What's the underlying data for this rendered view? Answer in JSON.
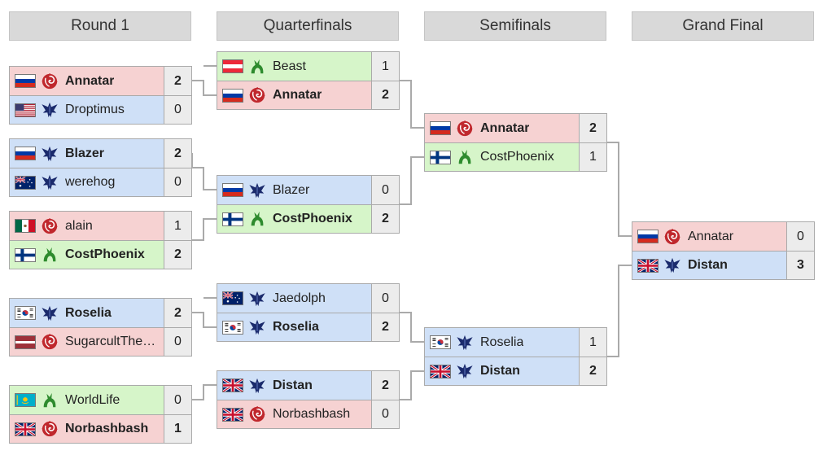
{
  "rounds": [
    {
      "name": "Round 1"
    },
    {
      "name": "Quarterfinals"
    },
    {
      "name": "Semifinals"
    },
    {
      "name": "Grand Final"
    }
  ],
  "matches": [
    {
      "round": 0,
      "players": [
        {
          "name": "Annatar",
          "flag": "ru",
          "race": "zerg",
          "score": "2",
          "winner": true
        },
        {
          "name": "Droptimus",
          "flag": "us",
          "race": "terran",
          "score": "0",
          "winner": false
        }
      ]
    },
    {
      "round": 0,
      "players": [
        {
          "name": "Blazer",
          "flag": "ru",
          "race": "terran",
          "score": "2",
          "winner": true
        },
        {
          "name": "werehog",
          "flag": "au",
          "race": "terran",
          "score": "0",
          "winner": false
        }
      ]
    },
    {
      "round": 0,
      "players": [
        {
          "name": "alain",
          "flag": "mx",
          "race": "zerg",
          "score": "1",
          "winner": false
        },
        {
          "name": "CostPhoenix",
          "flag": "fi",
          "race": "protoss",
          "score": "2",
          "winner": true
        }
      ]
    },
    {
      "round": 0,
      "players": [
        {
          "name": "Roselia",
          "flag": "kr",
          "race": "terran",
          "score": "2",
          "winner": true
        },
        {
          "name": "SugarcultTheBand",
          "flag": "lv",
          "race": "zerg",
          "score": "0",
          "winner": false
        }
      ]
    },
    {
      "round": 0,
      "players": [
        {
          "name": "WorldLife",
          "flag": "kz",
          "race": "protoss",
          "score": "0",
          "winner": false
        },
        {
          "name": "Norbashbash",
          "flag": "gb",
          "race": "zerg",
          "score": "1",
          "winner": true
        }
      ]
    },
    {
      "round": 1,
      "players": [
        {
          "name": "Beast",
          "flag": "at",
          "race": "protoss",
          "score": "1",
          "winner": false
        },
        {
          "name": "Annatar",
          "flag": "ru",
          "race": "zerg",
          "score": "2",
          "winner": true
        }
      ]
    },
    {
      "round": 1,
      "players": [
        {
          "name": "Blazer",
          "flag": "ru",
          "race": "terran",
          "score": "0",
          "winner": false
        },
        {
          "name": "CostPhoenix",
          "flag": "fi",
          "race": "protoss",
          "score": "2",
          "winner": true
        }
      ]
    },
    {
      "round": 1,
      "players": [
        {
          "name": "Jaedolph",
          "flag": "au",
          "race": "terran",
          "score": "0",
          "winner": false
        },
        {
          "name": "Roselia",
          "flag": "kr",
          "race": "terran",
          "score": "2",
          "winner": true
        }
      ]
    },
    {
      "round": 1,
      "players": [
        {
          "name": "Distan",
          "flag": "gb",
          "race": "terran",
          "score": "2",
          "winner": true
        },
        {
          "name": "Norbashbash",
          "flag": "gb",
          "race": "zerg",
          "score": "0",
          "winner": false
        }
      ]
    },
    {
      "round": 2,
      "players": [
        {
          "name": "Annatar",
          "flag": "ru",
          "race": "zerg",
          "score": "2",
          "winner": true
        },
        {
          "name": "CostPhoenix",
          "flag": "fi",
          "race": "protoss",
          "score": "1",
          "winner": false
        }
      ]
    },
    {
      "round": 2,
      "players": [
        {
          "name": "Roselia",
          "flag": "kr",
          "race": "terran",
          "score": "1",
          "winner": false
        },
        {
          "name": "Distan",
          "flag": "gb",
          "race": "terran",
          "score": "2",
          "winner": true
        }
      ]
    },
    {
      "round": 3,
      "players": [
        {
          "name": "Annatar",
          "flag": "ru",
          "race": "zerg",
          "score": "0",
          "winner": false
        },
        {
          "name": "Distan",
          "flag": "gb",
          "race": "terran",
          "score": "3",
          "winner": true
        }
      ]
    }
  ],
  "colors": {
    "zerg": "#f6d2d2",
    "terran": "#cfe0f7",
    "protoss": "#d6f5c9",
    "zerg_icon": "#c0282d",
    "terran_icon": "#1a2a6c",
    "protoss_icon": "#2e8b2e",
    "connector": "#aaaaaa",
    "header_bg": "#d9d9d9"
  },
  "icons": {
    "zerg": "zerg-race-icon",
    "terran": "terran-race-icon",
    "protoss": "protoss-race-icon"
  }
}
